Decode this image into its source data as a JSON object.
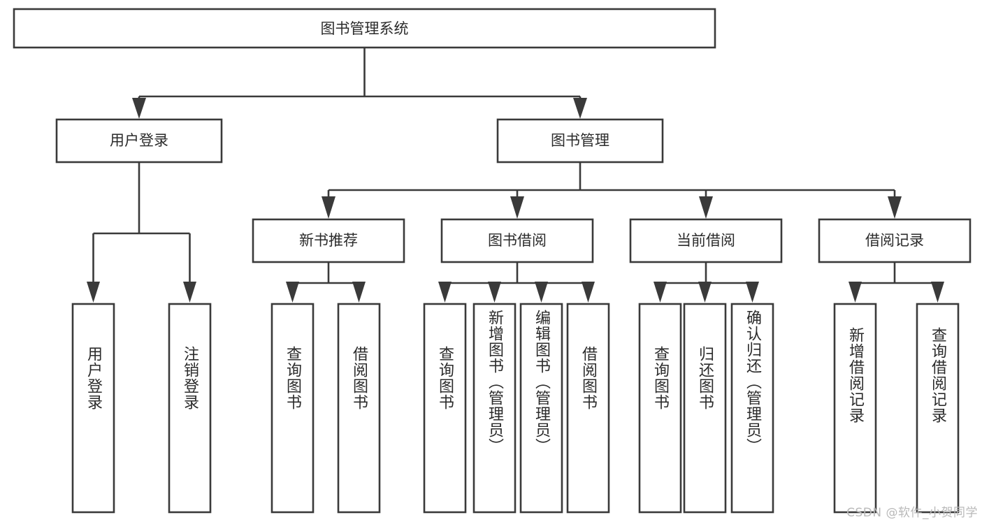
{
  "diagram": {
    "type": "tree-hierarchy-chart",
    "title": "图书管理系统",
    "colors": {
      "stroke": "#3a3a3a",
      "fill": "#ffffff",
      "text": "#2b2b2b",
      "background": "#ffffff",
      "watermark": "#b9b9b9"
    },
    "root": {
      "label": "图书管理系统"
    },
    "level1": [
      {
        "label": "用户登录"
      },
      {
        "label": "图书管理"
      }
    ],
    "level2": [
      {
        "label": "新书推荐"
      },
      {
        "label": "图书借阅"
      },
      {
        "label": "当前借阅"
      },
      {
        "label": "借阅记录"
      }
    ],
    "leaves": {
      "user_login": [
        {
          "label": "用户登录"
        },
        {
          "label": "注销登录"
        }
      ],
      "new_book_recommend": [
        {
          "label": "查询图书"
        },
        {
          "label": "借阅图书"
        }
      ],
      "book_borrow": [
        {
          "label": "查询图书"
        },
        {
          "label": "新增图书（管理员）"
        },
        {
          "label": "编辑图书（管理员）"
        },
        {
          "label": "借阅图书"
        }
      ],
      "current_borrow": [
        {
          "label": "查询图书"
        },
        {
          "label": "归还图书"
        },
        {
          "label": "确认归还（管理员）"
        }
      ],
      "borrow_record": [
        {
          "label": "新增借阅记录"
        },
        {
          "label": "查询借阅记录"
        }
      ]
    },
    "watermark": "CSDN @软件_小贺同学"
  }
}
